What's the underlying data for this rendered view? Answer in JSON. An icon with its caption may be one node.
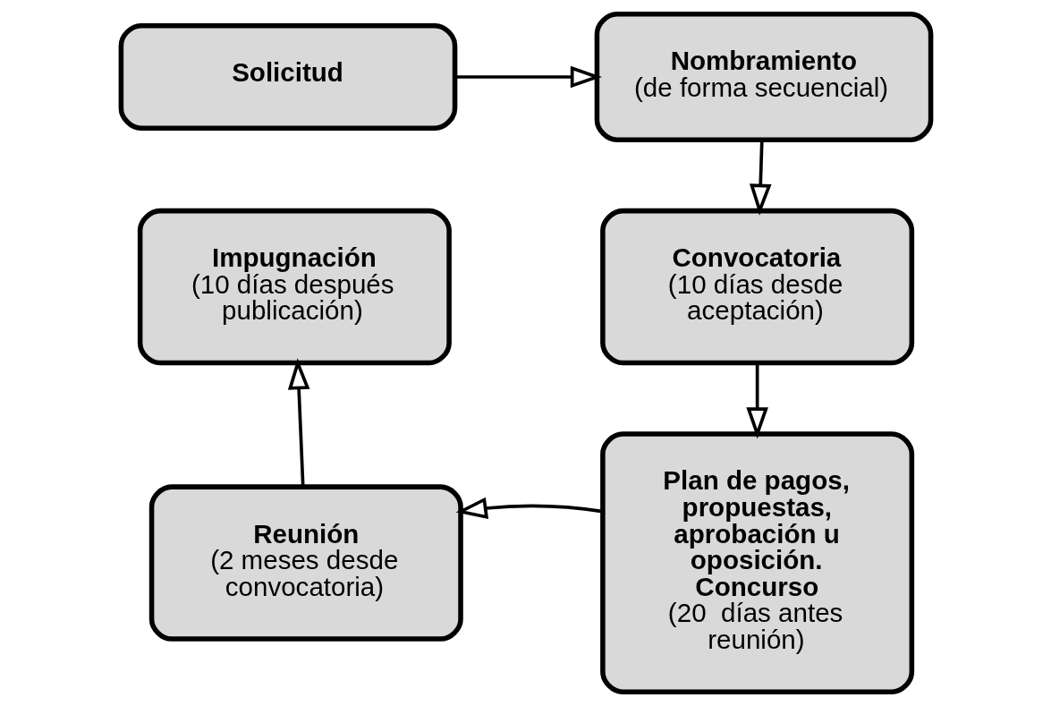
{
  "diagram": {
    "nodes": [
      {
        "text": [
          "Solicitud"
        ]
      },
      {
        "text": [
          "Nombramiento",
          "(de forma secuencial)"
        ]
      },
      {
        "text": [
          "Convocatoria",
          "(10 días desde aceptación)"
        ]
      },
      {
        "text": [
          "Plan de pagos, propuestas, aprobación u oposición. Concurso",
          "(20  días antes reunión)"
        ]
      },
      {
        "text": [
          "Reunión",
          "(2 meses desde convocatoria)"
        ]
      },
      {
        "text": [
          "Impugnación",
          "(10 días después publicación)"
        ]
      }
    ],
    "edges": [
      {
        "from": 0,
        "to": 1,
        "arrow": "to"
      },
      {
        "from": 1,
        "to": 2,
        "arrow": "to"
      },
      {
        "from": 2,
        "to": 3,
        "arrow": "to"
      },
      {
        "from": 3,
        "to": 4,
        "arrow": "to"
      },
      {
        "from": 4,
        "to": 5,
        "arrow": "to"
      }
    ]
  }
}
